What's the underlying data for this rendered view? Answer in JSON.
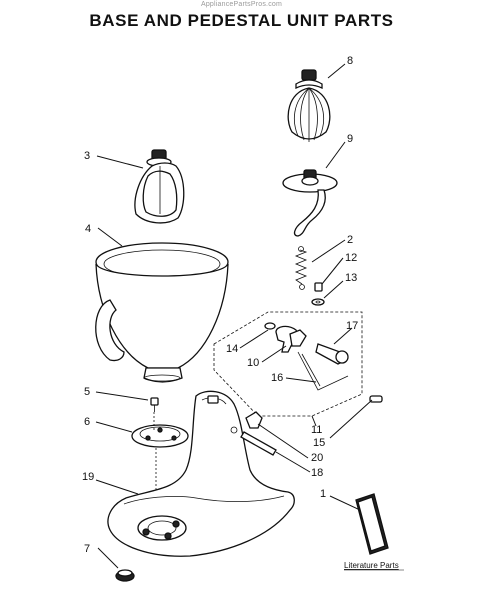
{
  "watermark": "AppliancePartsPros.com",
  "title": "BASE AND PEDESTAL UNIT PARTS",
  "callouts": {
    "c1": "1",
    "c2": "2",
    "c3": "3",
    "c4": "4",
    "c5": "5",
    "c6": "6",
    "c7": "7",
    "c8": "8",
    "c9": "9",
    "c10": "10",
    "c11": "11",
    "c12": "12",
    "c13": "13",
    "c14": "14",
    "c15": "15",
    "c16": "16",
    "c17": "17",
    "c18": "18",
    "c19": "19",
    "c20": "20"
  },
  "literature_label": "Literature Parts"
}
